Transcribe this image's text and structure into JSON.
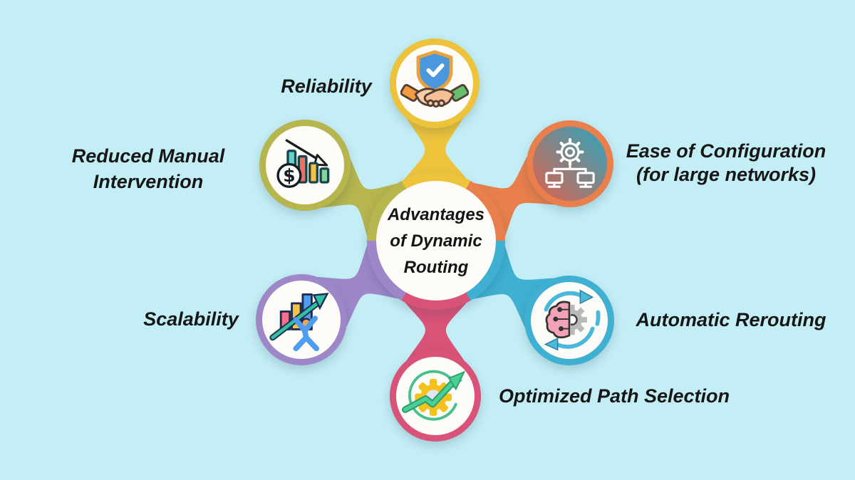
{
  "page": {
    "background_color": "#c4eef6",
    "text_color": "#161616"
  },
  "center": {
    "line1": "Advantages",
    "line2": "of Dynamic",
    "line3": "Routing"
  },
  "nodes": {
    "reliability": {
      "label": "Reliability",
      "color": "#edc33c",
      "icon": "handshake-shield-icon"
    },
    "ease_of_configuration": {
      "label_line1": "Ease of Configuration",
      "label_line2": "(for large networks)",
      "color": "#e87f4c",
      "inner_gradient_from": "#e0604b",
      "inner_gradient_to": "#2aa6bf",
      "icon": "gear-network-icon"
    },
    "automatic_rerouting": {
      "label": "Automatic Rerouting",
      "color": "#3fb0d2",
      "icon": "brain-gear-cycle-icon"
    },
    "optimized_path_selection": {
      "label": "Optimized Path Selection",
      "color": "#d95278",
      "icon": "gear-growth-arrow-icon"
    },
    "scalability": {
      "label": "Scalability",
      "color": "#9e87c9",
      "icon": "person-bar-chart-icon"
    },
    "reduced_manual_intervention": {
      "label_line1": "Reduced Manual",
      "label_line2": "Intervention",
      "color": "#b6b54e",
      "icon": "declining-cost-chart-icon"
    }
  }
}
